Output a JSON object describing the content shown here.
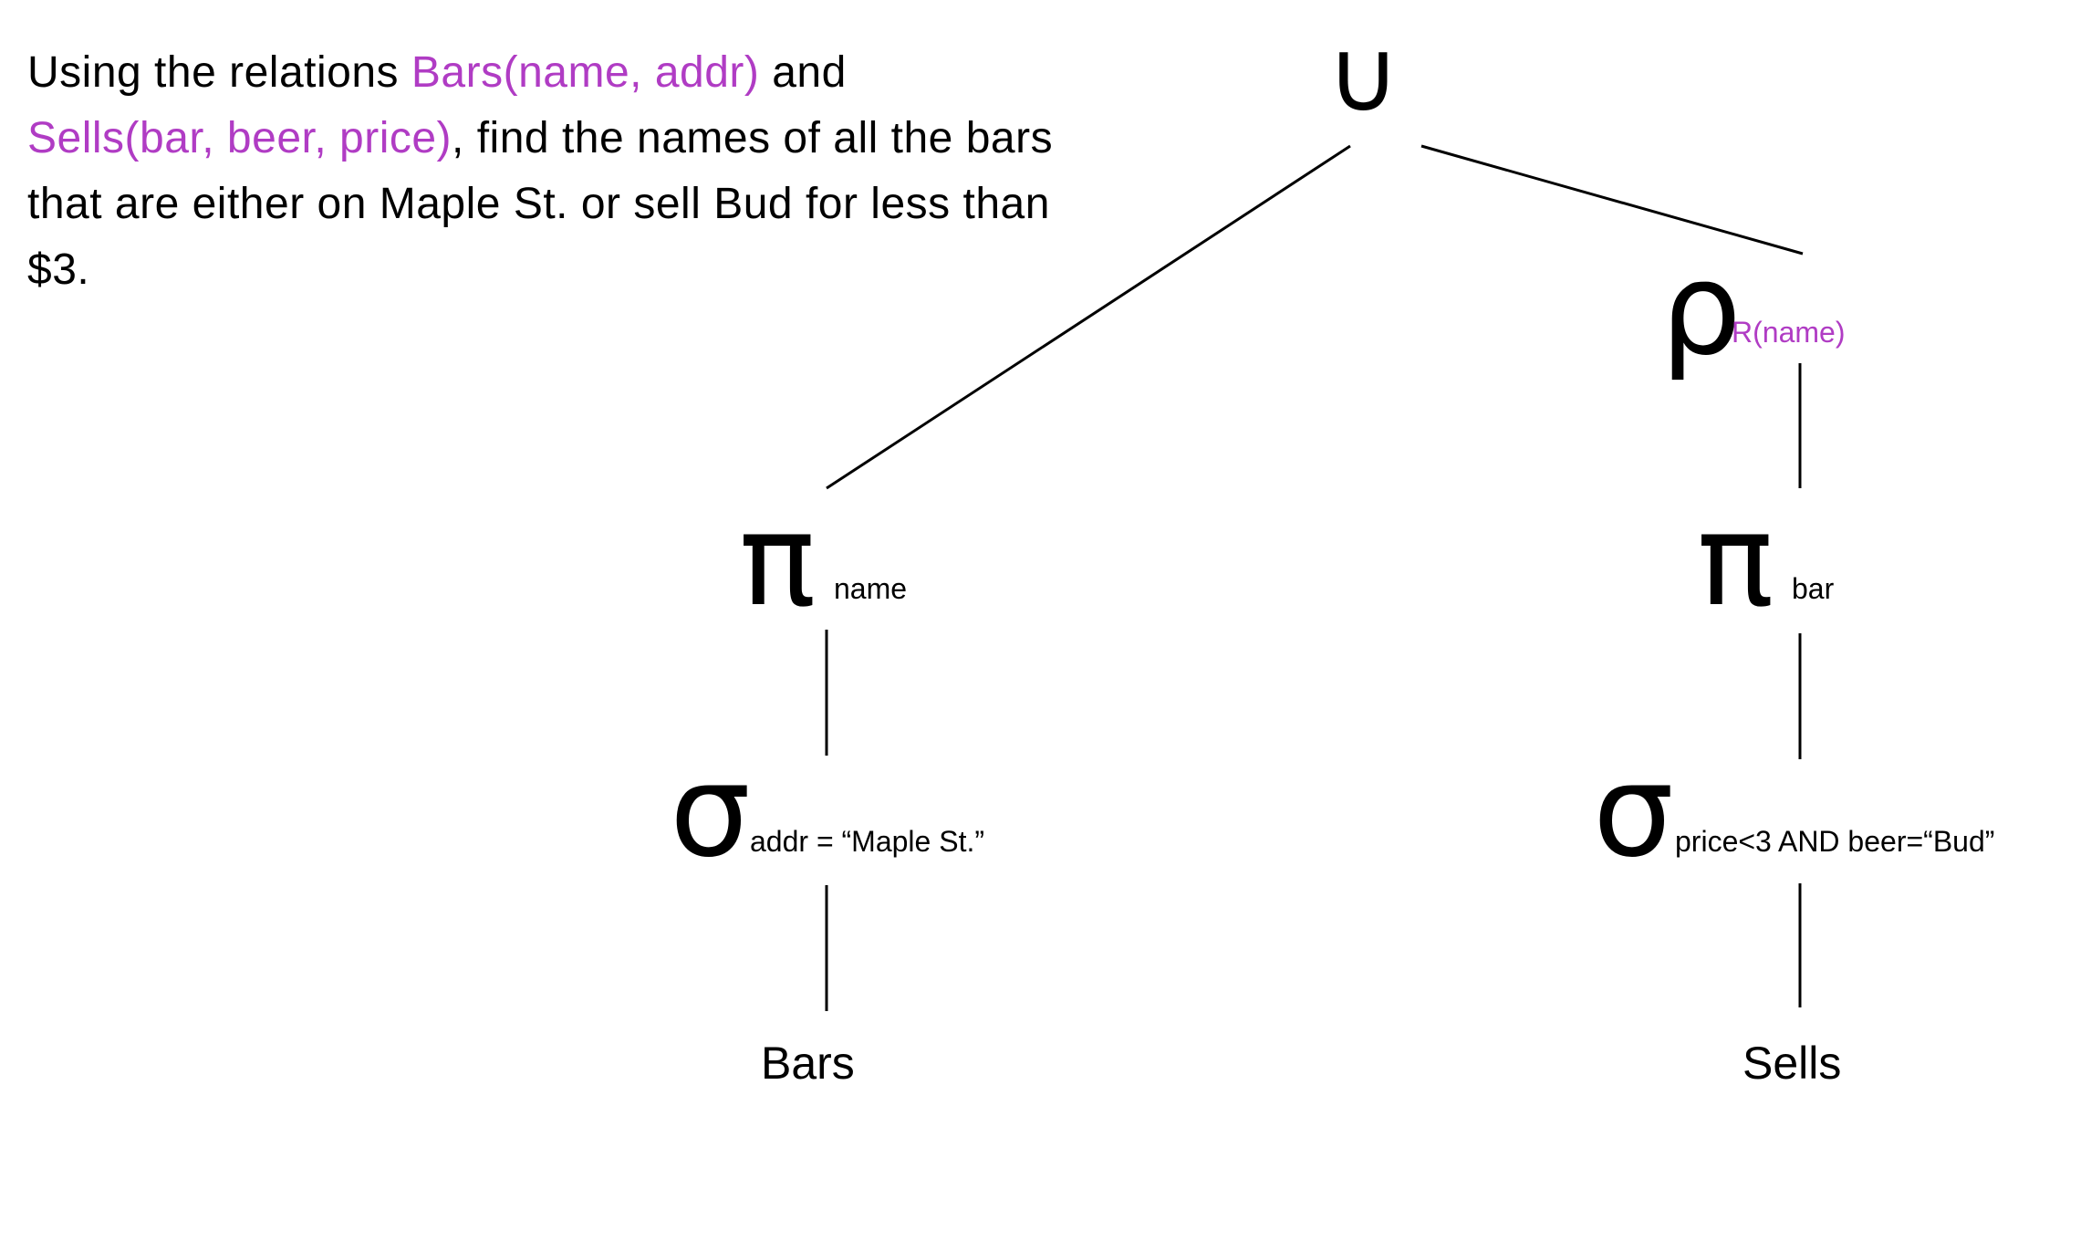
{
  "prompt": {
    "part1": "Using the relations ",
    "bars_schema": "Bars(name, addr)",
    "part2": " and ",
    "sells_schema": "Sells(bar, beer, price)",
    "part3": ", find the names of all the bars that are either on Maple St. or sell Bud for less than $3."
  },
  "tree": {
    "root": {
      "symbol": "∪"
    },
    "rename": {
      "symbol": "ρ",
      "subscript": "R(name)"
    },
    "left_project": {
      "symbol": "π",
      "subscript": "name"
    },
    "right_project": {
      "symbol": "π",
      "subscript": "bar"
    },
    "left_select": {
      "symbol": "σ",
      "subscript": "addr = “Maple St.”"
    },
    "right_select": {
      "symbol": "σ",
      "subscript": "price<3 AND beer=“Bud”"
    },
    "left_leaf": "Bars",
    "right_leaf": "Sells"
  },
  "colors": {
    "highlight": "#b03cc4",
    "text": "#000000"
  }
}
